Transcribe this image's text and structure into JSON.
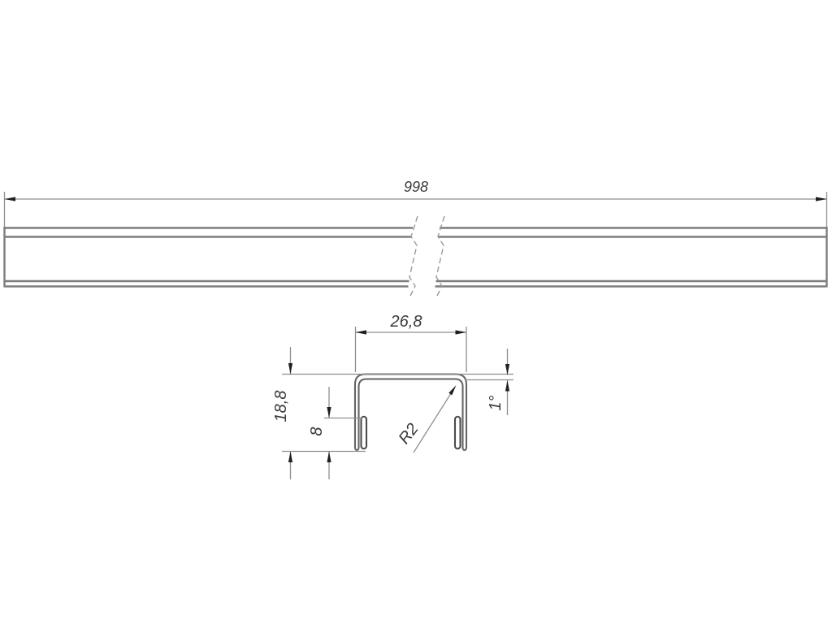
{
  "drawing": {
    "type": "technical-profile-drawing",
    "colors": {
      "background": "#ffffff",
      "profile_line": "#656565",
      "bar_line": "#7d7d7d",
      "dimension_line": "#8f8f8f",
      "break_line": "#9a9a9a",
      "arrow": "#1f1f1f",
      "text": "#3a3a3a"
    },
    "long_view": {
      "length_dim": "998"
    },
    "section_view": {
      "width_dim": "26,8",
      "height_dim": "18,8",
      "hem_height_dim": "8",
      "radius_dim": "R2",
      "angle_dim": "1°"
    }
  }
}
